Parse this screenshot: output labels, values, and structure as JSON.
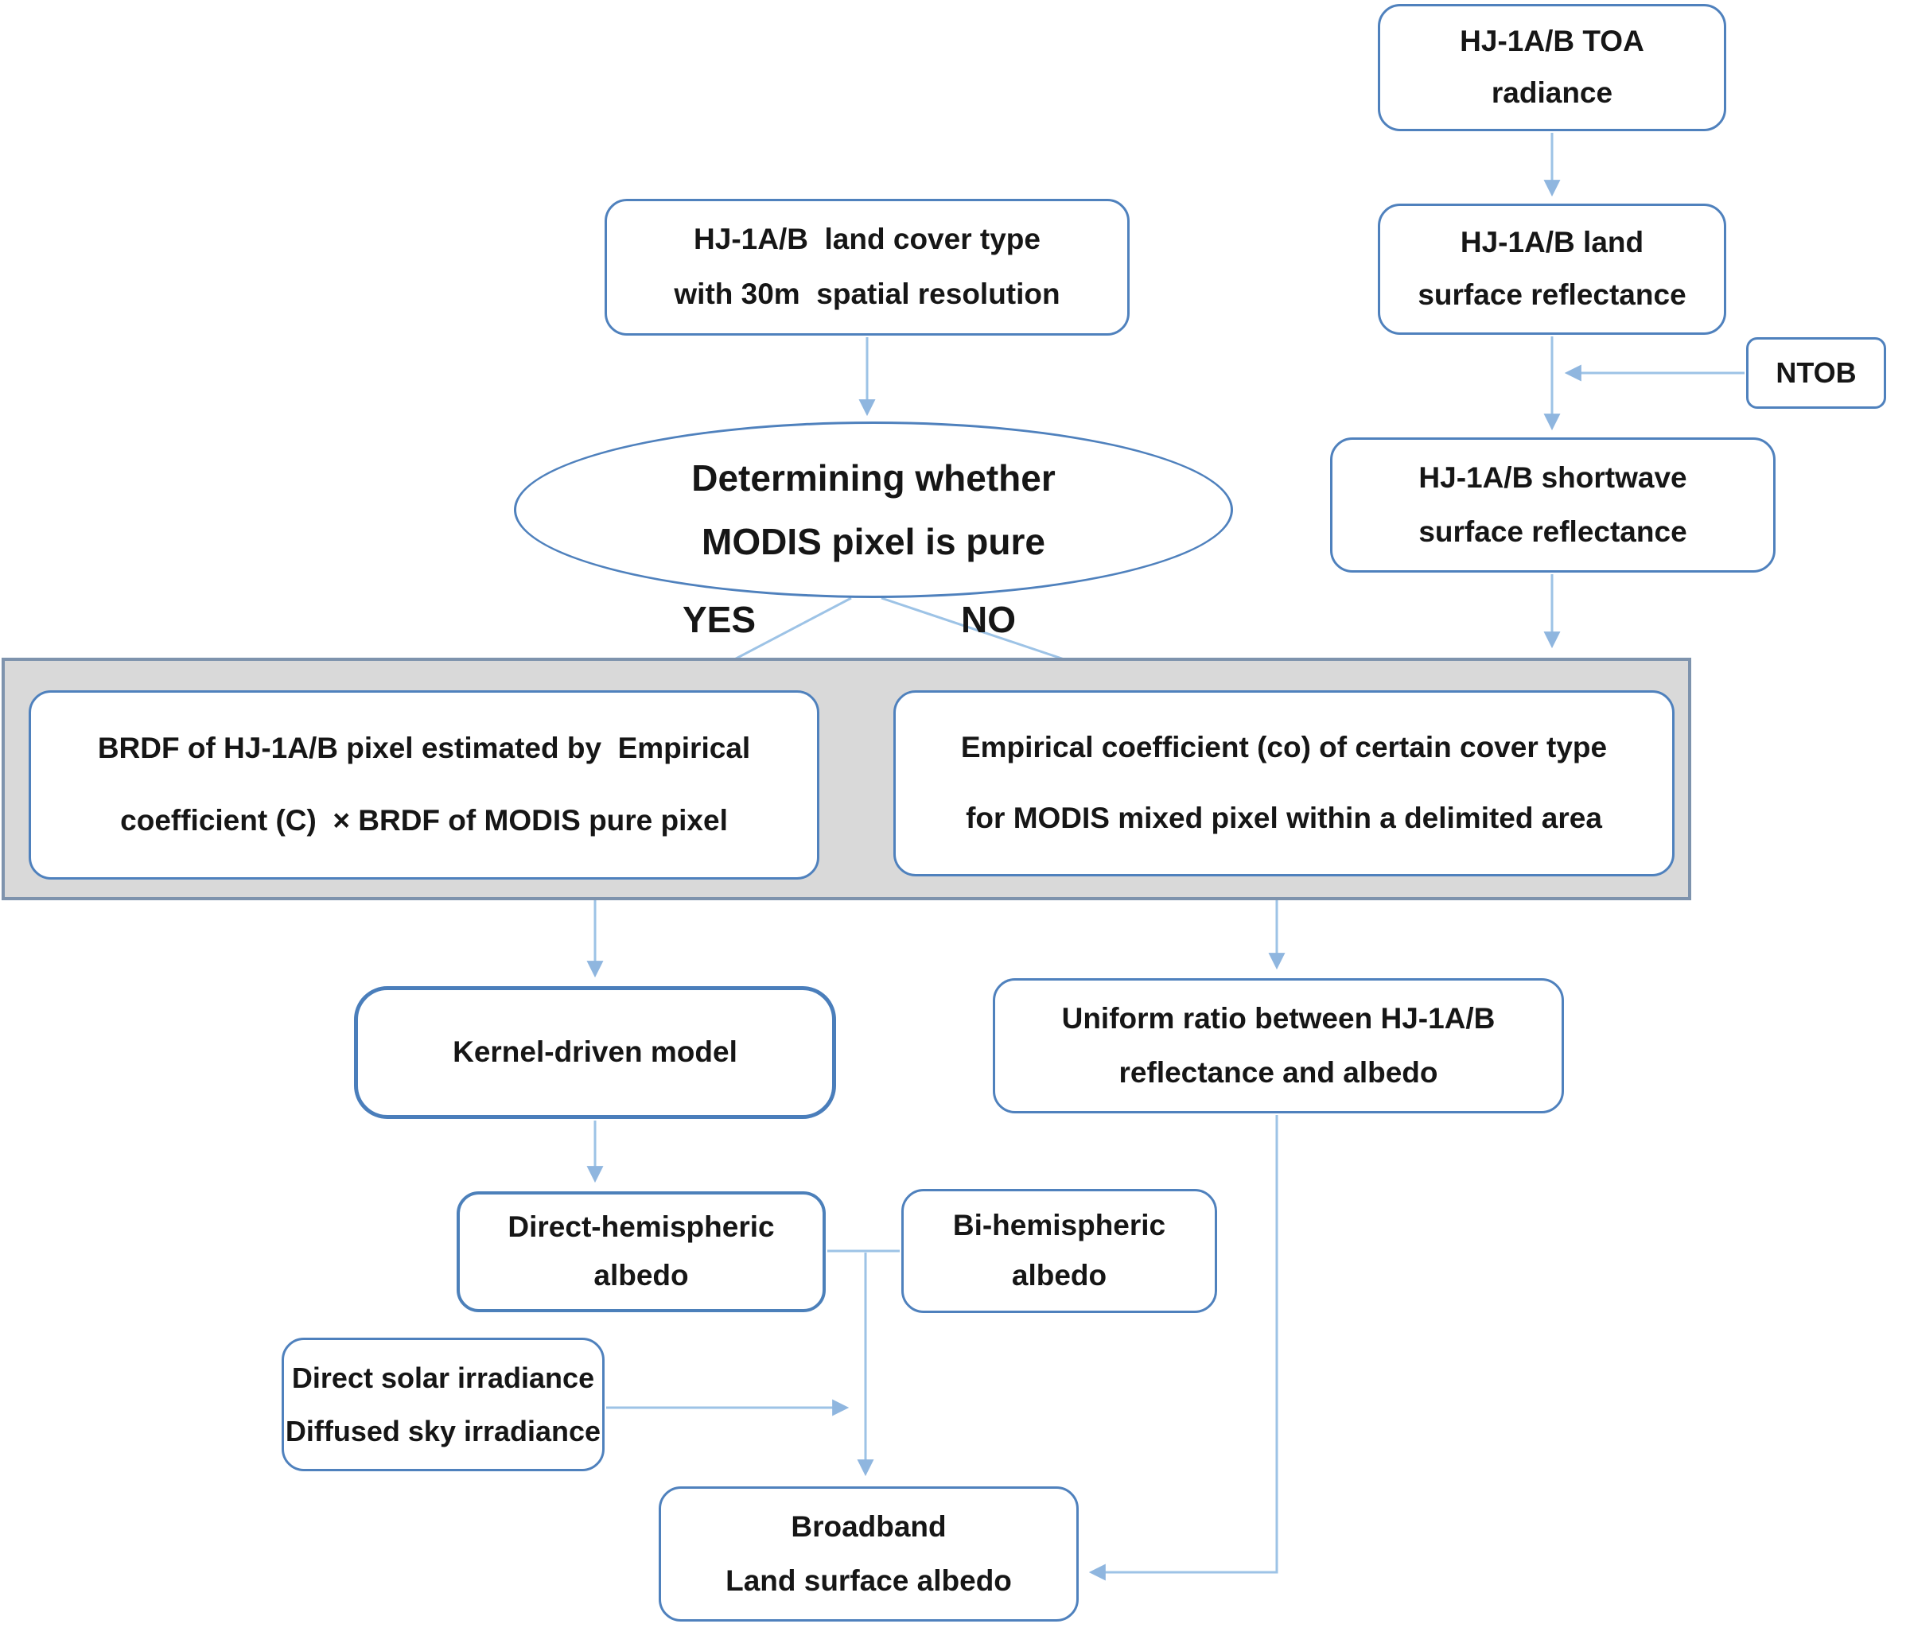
{
  "diagram": {
    "title": "HJ-1A/B land surface albedo estimation flowchart",
    "colors": {
      "box_border": "#4f81bd",
      "band_fill": "#d9d9d9",
      "band_border": "#7e93ad",
      "arrow": "#9dc3e6",
      "text": "#161616"
    },
    "nodes": {
      "toa": {
        "line1": "HJ-1A/B TOA",
        "line2": "radiance"
      },
      "land_surface_reflectance": {
        "line1": "HJ-1A/B land",
        "line2": "surface reflectance"
      },
      "ntob": {
        "label": "NTOB"
      },
      "shortwave": {
        "line1": "HJ-1A/B shortwave",
        "line2": "surface reflectance"
      },
      "land_cover": {
        "line1": "HJ-1A/B  land cover type",
        "line2": "with 30m  spatial resolution"
      },
      "decision": {
        "line1": "Determining whether",
        "line2": "MODIS pixel is pure"
      },
      "branch_yes": "YES",
      "branch_no": "NO",
      "brdf_pure": {
        "line1": "BRDF of HJ-1A/B pixel estimated by  Empirical",
        "line2": "coefficient (C)  × BRDF of MODIS pure pixel"
      },
      "empirical_mixed": {
        "line1": "Empirical coefficient (co) of certain cover type",
        "line2": "for MODIS mixed pixel within a delimited area"
      },
      "kernel": {
        "label": "Kernel-driven model"
      },
      "uniform": {
        "line1": "Uniform ratio between HJ-1A/B",
        "line2": "reflectance and albedo"
      },
      "direct_hemi": {
        "line1": "Direct-hemispheric",
        "line2": "albedo"
      },
      "bi_hemi": {
        "line1": "Bi-hemispheric",
        "line2": "albedo"
      },
      "irradiance": {
        "line1": "Direct solar irradiance",
        "line2": "Diffused sky irradiance"
      },
      "broadband": {
        "line1": "Broadband",
        "line2": "Land surface albedo"
      }
    }
  }
}
